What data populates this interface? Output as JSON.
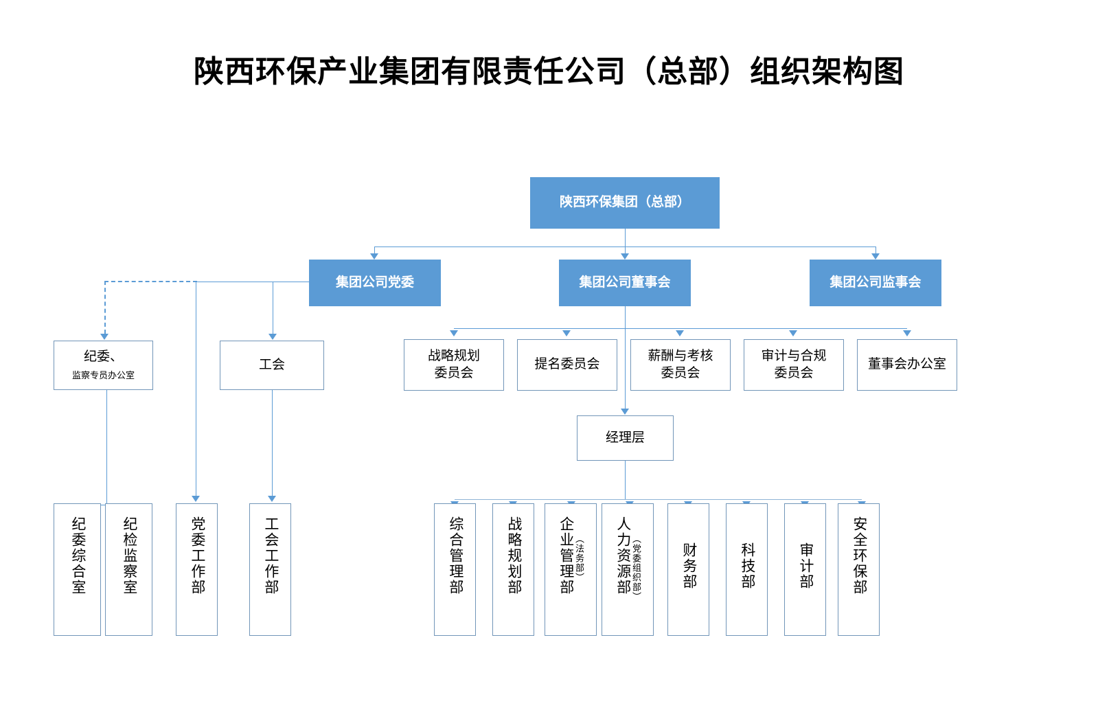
{
  "title": "陕西环保产业集团有限责任公司（总部）组织架构图",
  "colors": {
    "accent_fill": "#5B9BD5",
    "connector": "#5B9BD5",
    "box_border": "#7195b8",
    "background": "#FFFFFF",
    "text": "#000000",
    "filled_text": "#FFFFFF"
  },
  "nodes": {
    "root": {
      "label": "陕西环保集团（总部）"
    },
    "level2": [
      {
        "label": "集团公司党委"
      },
      {
        "label": "集团公司董事会"
      },
      {
        "label": "集团公司监事会"
      }
    ],
    "party_branch": [
      {
        "label": "纪委、",
        "sub": "监察专员办公室"
      },
      {
        "label": "工会"
      }
    ],
    "committees": [
      {
        "label": "战略规划\n委员会",
        "line1": "战略规划",
        "line2": "委员会"
      },
      {
        "label": "提名委员会",
        "line1": "提名委员会",
        "line2": ""
      },
      {
        "label": "薪酬与考核\n委员会",
        "line1": "薪酬与考核",
        "line2": "委员会"
      },
      {
        "label": "审计与合规\n委员会",
        "line1": "审计与合规",
        "line2": "委员会"
      },
      {
        "label": "董事会办公室",
        "line1": "董事会办公室",
        "line2": ""
      }
    ],
    "management": {
      "label": "经理层"
    },
    "party_departments": [
      {
        "label": "纪委综合室"
      },
      {
        "label": "纪检监察室"
      },
      {
        "label": "党委工作部"
      },
      {
        "label": "工会工作部"
      }
    ],
    "departments": [
      {
        "label": "综合管理部",
        "note": ""
      },
      {
        "label": "战略规划部",
        "note": ""
      },
      {
        "label": "企业管理部",
        "note": "（法务部）"
      },
      {
        "label": "人力资源部",
        "note": "（党委组织部）"
      },
      {
        "label": "财务部",
        "note": ""
      },
      {
        "label": "科技部",
        "note": ""
      },
      {
        "label": "审计部",
        "note": ""
      },
      {
        "label": "安全环保部",
        "note": ""
      }
    ]
  },
  "relations": {
    "dashed_note": "集团公司党委 虚线指向 纪委、监察专员办公室"
  }
}
